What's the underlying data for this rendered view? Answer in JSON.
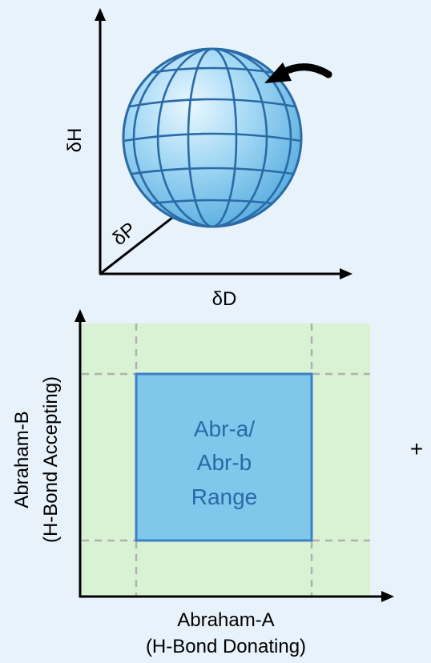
{
  "top_diagram": {
    "axis_vertical": "δH",
    "axis_horizontal": "δD",
    "axis_depth": "δP"
  },
  "bottom_diagram": {
    "y_label_line1": "Abraham-B",
    "y_label_line2": "(H-Bond Accepting)",
    "x_label_line1": "Abraham-A",
    "x_label_line2": "(H-Bond Donating)",
    "range_line1": "Abr-a/",
    "range_line2": "Abr-b",
    "range_line3": "Range"
  },
  "plus_sign": "+",
  "colors": {
    "background": "#e8f2fa",
    "sphere_fill": "#8fcdf0",
    "sphere_grid": "#2a6aa6",
    "outer_region": "#d9f2d3",
    "inner_range": "#7fc8eb",
    "range_border": "#3a80c8",
    "dashed_lines": "#b0b0b0",
    "range_text": "#2a6aa6"
  }
}
